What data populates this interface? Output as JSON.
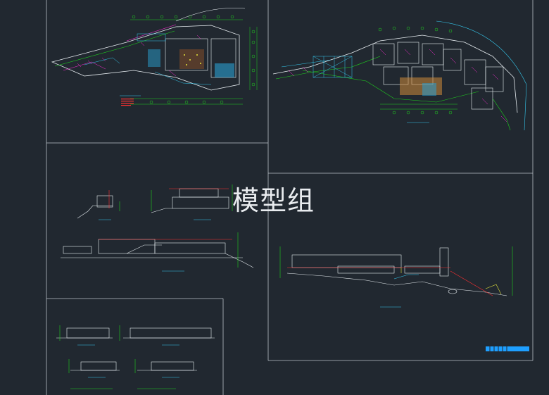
{
  "watermark": "模型组",
  "colors": {
    "background": "#212830",
    "frame": "#b9c1c8",
    "walls": "#e8eef2",
    "grid": "#1fd11f",
    "cyan": "#35c9ee",
    "red": "#ff3030",
    "magenta": "#ff2bd6",
    "yellow": "#e6e63a",
    "blue_bar": "#1e9fff"
  },
  "drawings": [
    {
      "id": "plan-upper",
      "kind": "floor-plan"
    },
    {
      "id": "plan-site",
      "kind": "floor-plan"
    },
    {
      "id": "section-small",
      "kind": "section"
    },
    {
      "id": "section-mid",
      "kind": "section"
    },
    {
      "id": "section-long",
      "kind": "section"
    },
    {
      "id": "section-large",
      "kind": "section"
    },
    {
      "id": "elevation-1",
      "kind": "elevation"
    },
    {
      "id": "elevation-2",
      "kind": "elevation"
    },
    {
      "id": "elevation-3",
      "kind": "elevation"
    },
    {
      "id": "elevation-4",
      "kind": "elevation"
    }
  ]
}
